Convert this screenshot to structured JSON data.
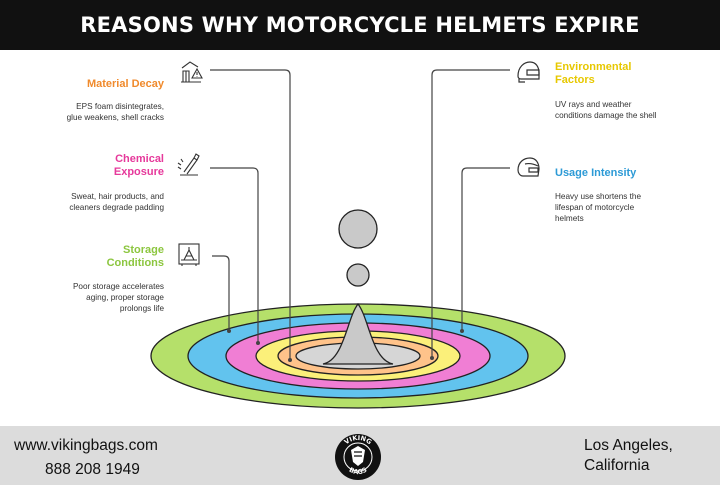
{
  "title": "REASONS WHY MOTORCYCLE HELMETS EXPIRE",
  "colors": {
    "orange": "#f08a2c",
    "pink": "#e6399b",
    "green": "#8cc63f",
    "yellow": "#e7c800",
    "blue": "#2c9ad6",
    "ring_green": "#b5e06a",
    "ring_blue": "#62c3ee",
    "ring_pink": "#f07ed4",
    "ring_yellow": "#fbf07a",
    "ring_orange": "#ffc38a",
    "cone": "#c9c9c9"
  },
  "reasons": [
    {
      "title": "Material Decay",
      "desc": "EPS foam disintegrates, glue weakens, shell cracks",
      "icon": "warning-structure-icon",
      "color": "orange"
    },
    {
      "title": "Chemical Exposure",
      "desc": "Sweat, hair products, and cleaners degrade padding",
      "icon": "spray-bottle-icon",
      "color": "pink"
    },
    {
      "title": "Storage Conditions",
      "desc": "Poor storage accelerates aging, proper storage prolongs life",
      "icon": "storage-box-icon",
      "color": "green"
    },
    {
      "title": "Environmental Factors",
      "desc": "UV rays and weather conditions damage the shell",
      "icon": "helmet-icon",
      "color": "yellow"
    },
    {
      "title": "Usage Intensity",
      "desc": "Heavy use shortens the lifespan of motorcycle helmets",
      "icon": "helmet-side-icon",
      "color": "blue"
    }
  ],
  "footer": {
    "website": "www.vikingbags.com",
    "phone": "888 208 1949",
    "location": "Los Angeles, California",
    "logo_text_top": "VIKING",
    "logo_text_bottom": "BAGS"
  }
}
